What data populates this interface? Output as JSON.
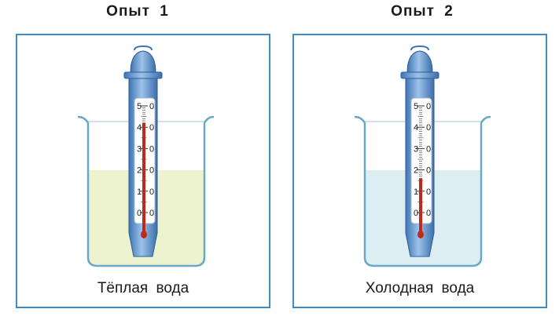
{
  "experiments": [
    {
      "title": "Опыт  1",
      "caption": "Тёплая  вода",
      "water_color": "#eef3cf",
      "reading": 42
    },
    {
      "title": "Опыт  2",
      "caption": "Холодная  вода",
      "water_color": "#dceef2",
      "reading": 16
    }
  ],
  "scale": {
    "labels": [
      "5",
      "4",
      "3",
      "2",
      "1",
      "0"
    ],
    "right_labels": [
      "0",
      "0",
      "0",
      "0",
      "0",
      "0"
    ],
    "min": 0,
    "max": 50
  },
  "colors": {
    "frame": "#3b8ec4",
    "tube_blue": "#6fa0d6",
    "mercury": "#c02a1e",
    "beaker_edge": "#6aa7c8"
  }
}
